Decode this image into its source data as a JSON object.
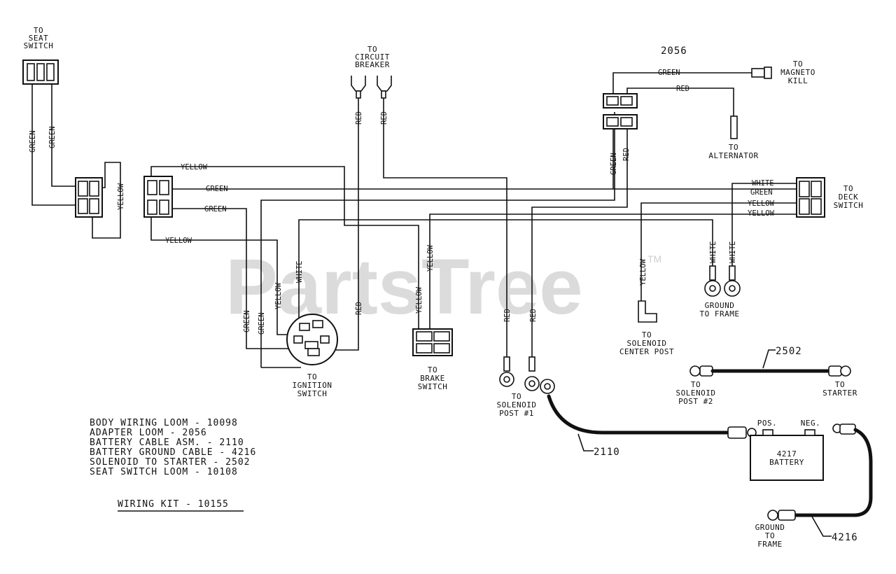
{
  "watermark": {
    "text": "PartsTree",
    "tm": "TM"
  },
  "legend": {
    "items": [
      "BODY WIRING LOOM - 10098",
      "ADAPTER LOOM - 2056",
      "BATTERY CABLE ASM. - 2110",
      "BATTERY GROUND CABLE - 4216",
      "SOLENOID TO STARTER - 2502",
      "SEAT SWITCH LOOM - 10108"
    ],
    "kit": "WIRING KIT - 10155"
  },
  "part_numbers": {
    "adapter": "2056",
    "starter_cable": "2502",
    "battery_cable": "2110",
    "ground_cable": "4216"
  },
  "labels": {
    "seat_switch": [
      "TO",
      "SEAT",
      "SWITCH"
    ],
    "circuit_breaker": [
      "TO",
      "CIRCUIT",
      "BREAKER"
    ],
    "magneto_kill": [
      "TO",
      "MAGNETO",
      "KILL"
    ],
    "alternator": [
      "TO",
      "ALTERNATOR"
    ],
    "deck_switch": [
      "TO",
      "DECK",
      "SWITCH"
    ],
    "ground_to_frame_top": [
      "GROUND",
      "TO FRAME"
    ],
    "solenoid_center": [
      "TO",
      "SOLENOID",
      "CENTER POST"
    ],
    "ignition": [
      "TO",
      "IGNITION",
      "SWITCH"
    ],
    "brake": [
      "TO",
      "BRAKE",
      "SWITCH"
    ],
    "solenoid_post1": [
      "TO",
      "SOLENOID",
      "POST #1"
    ],
    "solenoid_post2": [
      "TO",
      "SOLENOID",
      "POST #2"
    ],
    "starter": [
      "TO",
      "STARTER"
    ],
    "ground_to_frame_bottom": [
      "GROUND",
      "TO",
      "FRAME"
    ],
    "battery": {
      "pos": "POS.",
      "neg": "NEG.",
      "number": "4217",
      "name": "BATTERY"
    }
  },
  "wire_colors": {
    "green": "GREEN",
    "red": "RED",
    "yellow": "YELLOW",
    "white": "WHITE"
  }
}
